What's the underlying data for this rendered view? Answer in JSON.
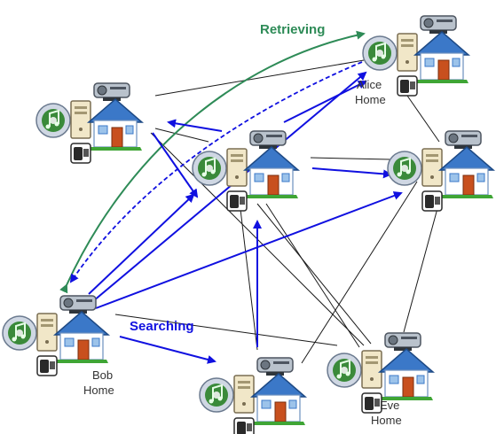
{
  "colors": {
    "link": "#1a1a1a",
    "search": "#1010e0",
    "retrieve": "#2e8b57",
    "house_wall": "#ffffff",
    "house_roof": "#3b78c8",
    "house_door": "#c8501e",
    "grass": "#3fa535",
    "pc_case": "#f1e7c8",
    "music_disc": "#3a8a3a",
    "camera": "#2a2a2a"
  },
  "annotations": {
    "retrieving": "Retrieving",
    "searching": "Searching"
  },
  "nodes": [
    {
      "id": "alice",
      "label_lines": [
        "Alice",
        "Home"
      ]
    },
    {
      "id": "left",
      "label_lines": []
    },
    {
      "id": "center",
      "label_lines": []
    },
    {
      "id": "right",
      "label_lines": []
    },
    {
      "id": "bob",
      "label_lines": [
        "Bob",
        "Home"
      ]
    },
    {
      "id": "bottom",
      "label_lines": []
    },
    {
      "id": "eve",
      "label_lines": [
        "Eve",
        "Home"
      ]
    }
  ],
  "icons": [
    "music-disc-icon",
    "pc-tower-icon",
    "projector-icon",
    "house-icon",
    "camcorder-icon"
  ]
}
